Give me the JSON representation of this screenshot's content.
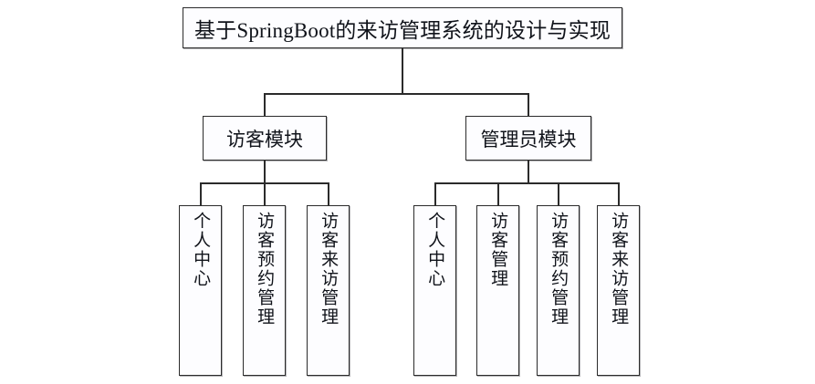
{
  "diagram": {
    "type": "hierarchy-tree",
    "title_text": "基于SpringBoot的来访管理系统的设计与实现",
    "colors": {
      "background": "#ffffff",
      "box_fill": "#fdfdff",
      "box_border": "#2b2b2b",
      "connector": "#2b2b2b",
      "text": "#10131a"
    },
    "root": {
      "label": "基于SpringBoot的来访管理系统的设计与实现"
    },
    "modules": [
      {
        "label": "访客模块",
        "children": [
          {
            "label": "个人中心"
          },
          {
            "label": "访客预约管理"
          },
          {
            "label": "访客来访管理"
          }
        ]
      },
      {
        "label": "管理员模块",
        "children": [
          {
            "label": "个人中心"
          },
          {
            "label": "访客管理"
          },
          {
            "label": "访客预约管理"
          },
          {
            "label": "访客来访管理"
          }
        ]
      }
    ]
  }
}
